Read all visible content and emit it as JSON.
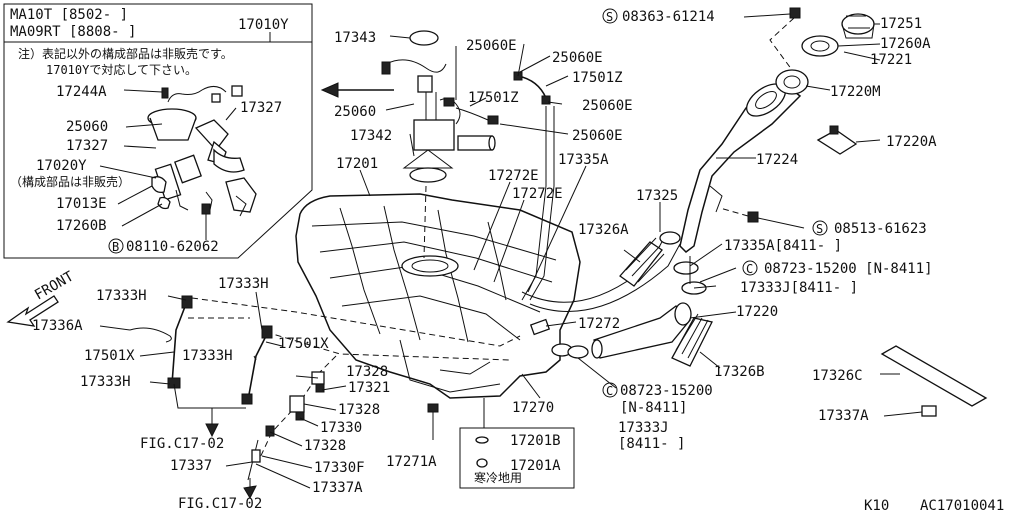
{
  "applicability": {
    "line1": "MA10T   [8502-     ]",
    "line2": "MA09RT  [8808-     ]"
  },
  "inset": {
    "part_no": "17010Y",
    "note_line1": "注）表記以外の構成部品は非販売です。",
    "note_line2": "17010Yで対応して下さい。",
    "labels": {
      "p17244A": "17244A",
      "p17327a": "17327",
      "p25060": "25060",
      "p17327b": "17327",
      "p17020Y": "17020Y",
      "kousei": "（構成部品は非販売）",
      "p17013E": "17013E",
      "p17260B": "17260B",
      "bolt": "08110-62062",
      "bolt_prefix": "B"
    }
  },
  "front_label": "FRONT",
  "labels": {
    "p17343": "17343",
    "p25060E_a": "25060E",
    "p25060E_b": "25060E",
    "p17501Z_a": "17501Z",
    "p25060": "25060",
    "p17501Z_b": "17501Z",
    "p25060E_c": "25060E",
    "p17342": "17342",
    "p25060E_d": "25060E",
    "p17201": "17201",
    "p17335A": "17335A",
    "p17272E_a": "17272E",
    "p17272E_b": "17272E",
    "p17325": "17325",
    "p17326A": "17326A",
    "p17335A_b": "17335A[8411-     ]",
    "p17333J_a": "17333J[8411-     ]",
    "p08723_a": "08723-15200 [N-8411]",
    "p17272": "17272",
    "p17220": "17220",
    "p17326B": "17326B",
    "p08723_b": "08723-15200",
    "p08723_b2": "[N-8411]",
    "p17333J_b": "17333J",
    "p17333J_b2": "[8411-     ]",
    "p17270": "17270",
    "p17201B": "17201B",
    "p17201A": "17201A",
    "cold": "寒冷地用",
    "p17271A": "17271A",
    "p17333H_a": "17333H",
    "p17333H_b": "17333H",
    "p17336A": "17336A",
    "p17501X_a": "17501X",
    "p17333H_c": "17333H",
    "p17501X_b": "17501X",
    "p17333H_d": "17333H",
    "p17328_a": "17328",
    "p17321": "17321",
    "p17328_b": "17328",
    "p17330": "17330",
    "p17328_c": "17328",
    "fig_a": "FIG.C17-02",
    "p17337": "17337",
    "p17330F": "17330F",
    "p17337A": "17337A",
    "fig_b": "FIG.C17-02",
    "screw_a": "08363-61214",
    "p17251": "17251",
    "p17260A": "17260A",
    "p17221": "17221",
    "p17220M": "17220M",
    "p17220A": "17220A",
    "p17224": "17224",
    "screw_b": "08513-61623",
    "p17326C": "17326C",
    "p17337A_b": "17337A",
    "s_prefix": "S",
    "c_prefix": "C"
  },
  "footer": {
    "code_left": "K10",
    "code_right": "AC17010041"
  }
}
